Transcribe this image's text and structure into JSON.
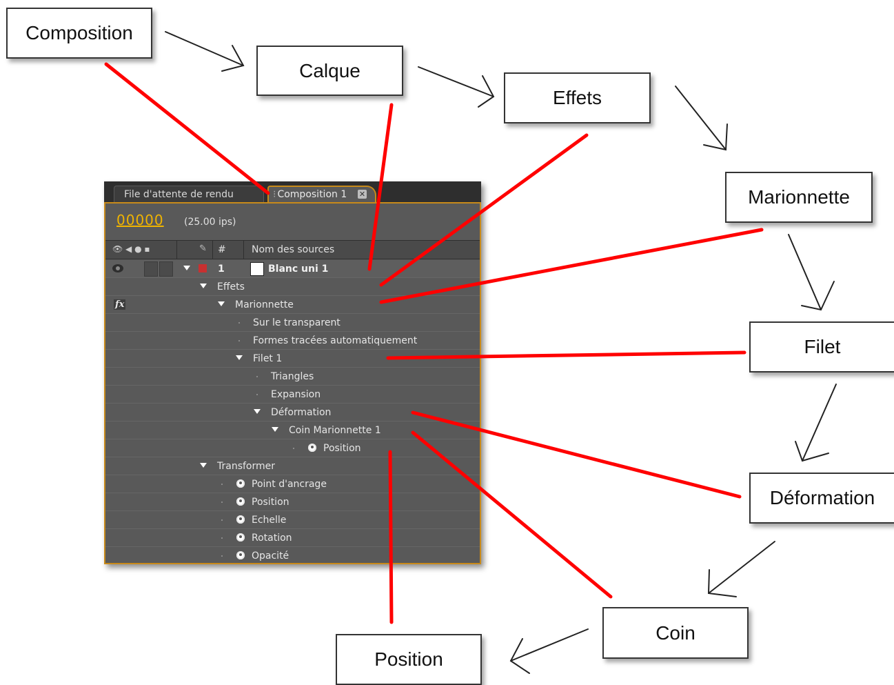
{
  "labels": {
    "composition": "Composition",
    "calque": "Calque",
    "effets": "Effets",
    "marionnette": "Marionnette",
    "filet": "Filet",
    "deformation": "Déformation",
    "coin": "Coin",
    "position": "Position"
  },
  "panel": {
    "tabs": {
      "render_queue": "File d'attente de rendu",
      "composition": "Composition 1",
      "close_icon": "close-icon"
    },
    "timecode": "00000",
    "fps": "(25.00 ips)",
    "header": {
      "hash": "#",
      "source_name": "Nom des sources"
    },
    "layer": {
      "number": "1",
      "name": "Blanc uni 1"
    },
    "rows": [
      "Effets",
      "Marionnette",
      "Sur le transparent",
      "Formes tracées automatiquement",
      "Filet 1",
      "Triangles",
      "Expansion",
      "Déformation",
      "Coin Marionnette 1",
      "Position",
      "Transformer",
      "Point d'ancrage",
      "Position",
      "Echelle",
      "Rotation",
      "Opacité"
    ],
    "fx_badge": "fx"
  },
  "colors": {
    "connector_red": "#ff0000",
    "arrow_dark": "#222222",
    "timecode": "#f0b400",
    "tab_outline": "#c88a1a"
  }
}
